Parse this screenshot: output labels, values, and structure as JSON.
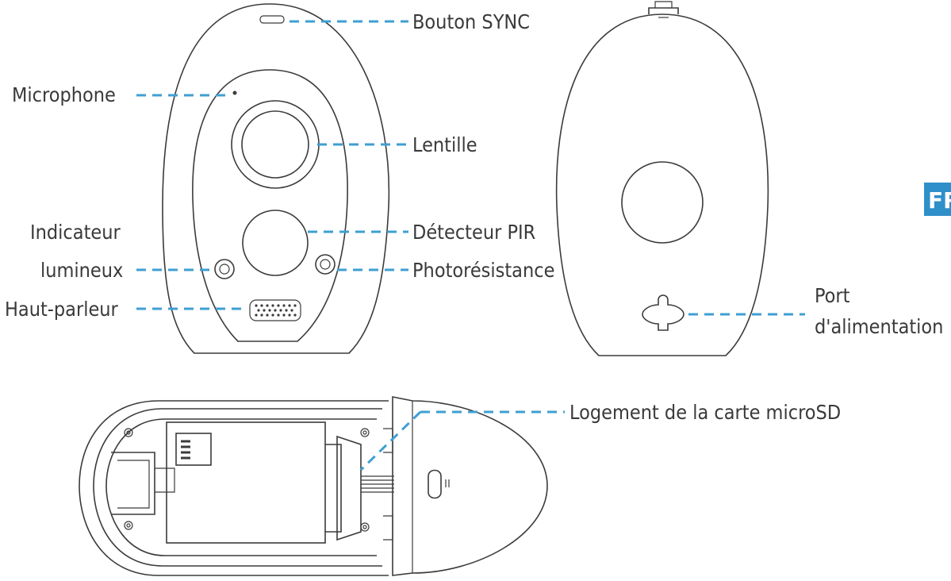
{
  "labels": {
    "sync_button": "Bouton SYNC",
    "microphone": "Microphone",
    "lens": "Lentille",
    "indicator_line1": "Indicateur",
    "indicator_line2": "lumineux",
    "pir_detector": "Détecteur PIR",
    "photoresistor": "Photorésistance",
    "speaker": "Haut-parleur",
    "power_port_line1": "Port",
    "power_port_line2": "d'alimentation",
    "microsd_slot": "Logement de la carte microSD"
  },
  "language_tab": "FR",
  "colors": {
    "leader_line": "#3f9fd3",
    "language_tab": "#2f8fc9",
    "outline": "#3b3b3b",
    "text": "#3a3a3a"
  }
}
